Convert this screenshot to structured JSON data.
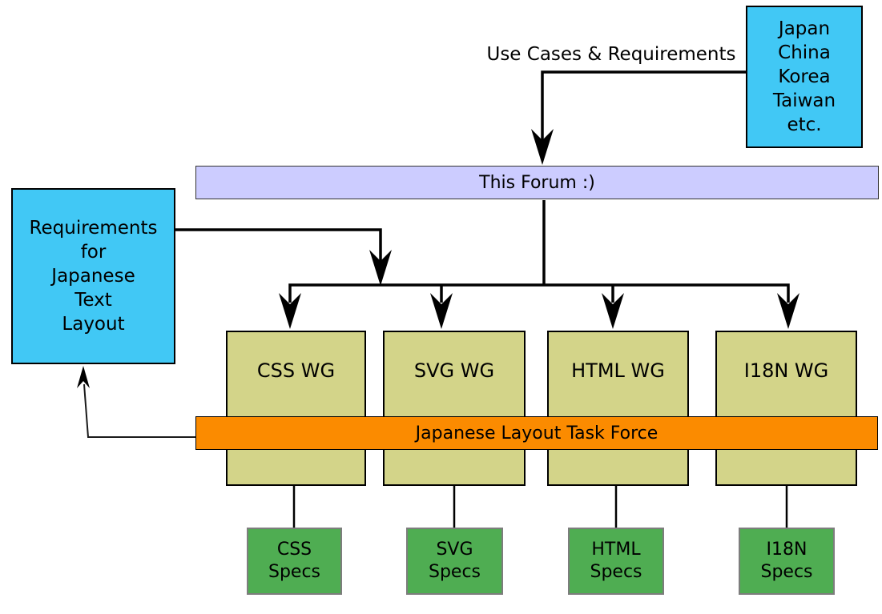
{
  "diagram": {
    "top_box_text": "Japan\nChina\nKorea\nTaiwan\netc.",
    "use_cases_label": "Use Cases & Requirements",
    "forum_bar_label": "This Forum :)",
    "requirements_box_text": "Requirements\nfor\nJapanese\nText\nLayout",
    "task_force_label": "Japanese Layout Task Force",
    "wg_boxes": [
      {
        "label": "CSS WG"
      },
      {
        "label": "SVG WG"
      },
      {
        "label": "HTML WG"
      },
      {
        "label": "I18N WG"
      }
    ],
    "spec_boxes": [
      {
        "label": "CSS\nSpecs"
      },
      {
        "label": "SVG\nSpecs"
      },
      {
        "label": "HTML\nSpecs"
      },
      {
        "label": "I18N\nSpecs"
      }
    ],
    "colors": {
      "country_and_requirements_box": "#41c8f5",
      "forum_bar": "#ccccff",
      "working_group_box": "#d3d489",
      "task_force_bar": "#fb8b00",
      "spec_box": "#4fad52",
      "line": "#000000"
    }
  }
}
